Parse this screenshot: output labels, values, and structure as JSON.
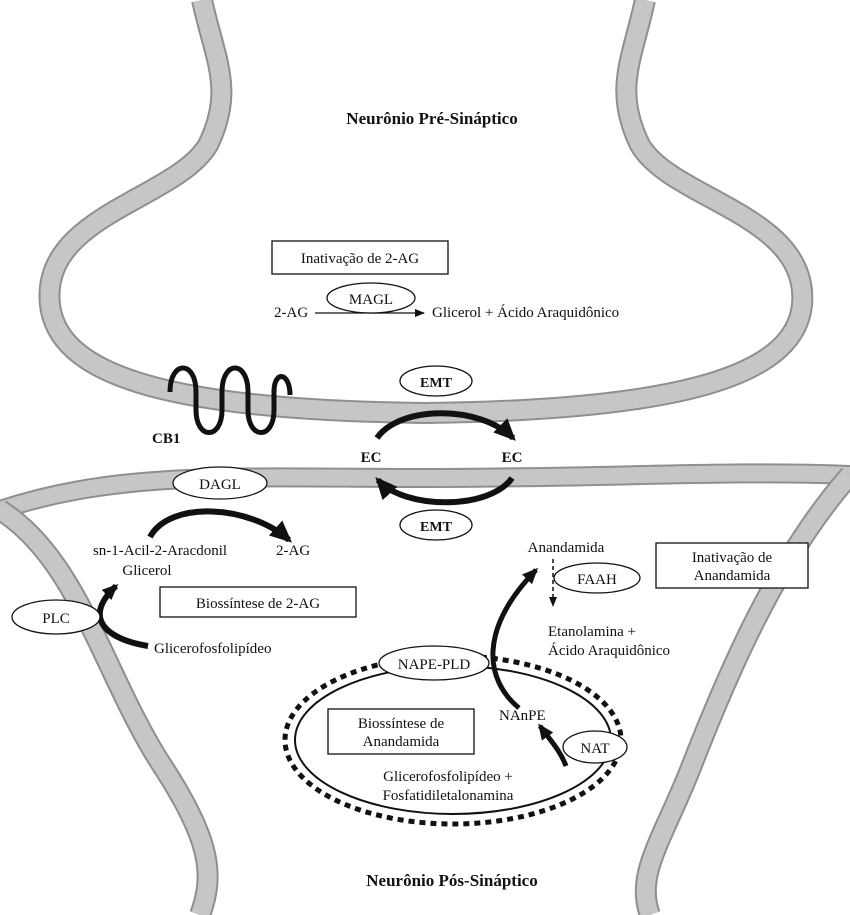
{
  "presynaptic_title": "Neurônio Pré-Sináptico",
  "postsynaptic_title": "Neurônio Pós-Sináptico",
  "inactivation_2ag": {
    "box_label": "Inativação de 2-AG",
    "substrate": "2-AG",
    "enzyme": "MAGL",
    "products": "Glicerol + Ácido Araquidônico"
  },
  "receptor": {
    "label": "CB1"
  },
  "transport": {
    "top_label": "EMT",
    "bottom_label": "EMT",
    "left_label": "EC",
    "right_label": "EC"
  },
  "biosynthesis_2ag": {
    "box_label": "Biossíntese de 2-AG",
    "enzyme_dagl": "DAGL",
    "enzyme_plc": "PLC",
    "precursor_line1": "sn-1-Acil-2-Aracdonil",
    "precursor_line2": "Glicerol",
    "product": "2-AG",
    "source": "Glicerofosfolipídeo"
  },
  "inactivation_anandamide": {
    "box_line1": "Inativação de",
    "box_line2": "Anandamida",
    "substrate": "Anandamida",
    "enzyme": "FAAH",
    "products_line1": "Etanolamina +",
    "products_line2": "Ácido Araquidônico"
  },
  "biosynthesis_anandamide": {
    "box_line1": "Biossíntese de",
    "box_line2": "Anandamida",
    "enzyme_nape_pld": "NAPE-PLD",
    "intermediate": "NAnPE",
    "enzyme_nat": "NAT",
    "source_line1": "Glicerofosfolipídeo +",
    "source_line2": "Fosfatidiletalonamina"
  },
  "colors": {
    "membrane": "#c6c6c6",
    "membrane_edge": "#8f8f8f",
    "ink": "#111111"
  }
}
